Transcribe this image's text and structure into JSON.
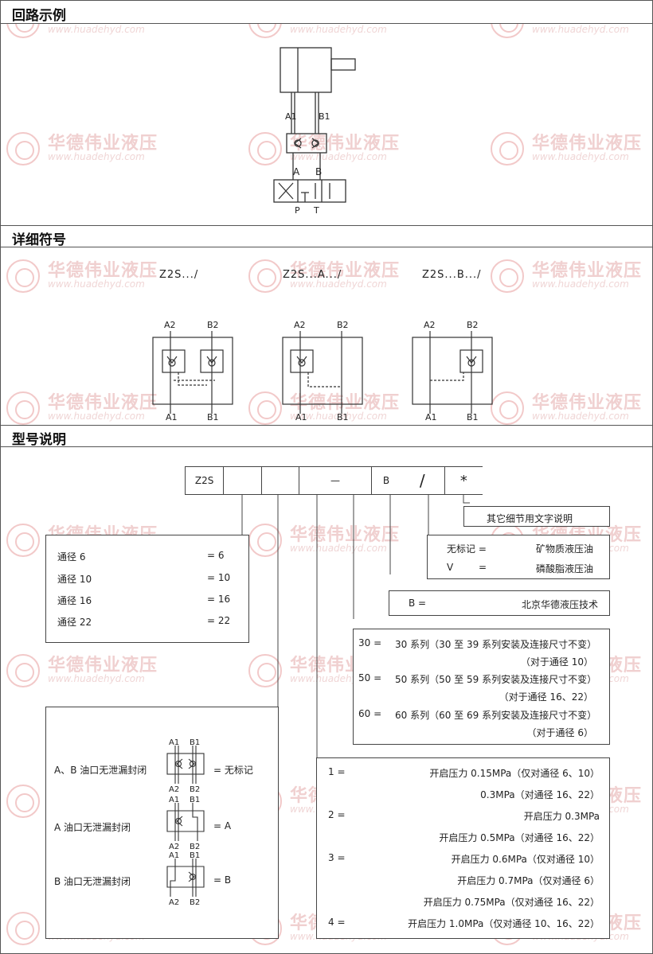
{
  "sections": {
    "circuit": "回路示例",
    "symbols": "详细符号",
    "model": "型号说明"
  },
  "watermark": {
    "cn": "华德伟业液压",
    "url": "www.huadehyd.com"
  },
  "circuit": {
    "a1": "A1",
    "b1": "B1",
    "a": "A",
    "b": "B",
    "p": "P",
    "t": "T"
  },
  "symbols": {
    "sym1": {
      "code": "Z2S.../",
      "top_left": "A2",
      "top_right": "B2",
      "bot_left": "A1",
      "bot_right": "B1"
    },
    "sym2": {
      "code": "Z2S...A.../",
      "top_left": "A2",
      "top_right": "B2",
      "bot_left": "A1",
      "bot_right": "B1"
    },
    "sym3": {
      "code": "Z2S...B.../",
      "top_left": "A2",
      "top_right": "B2",
      "bot_left": "A1",
      "bot_right": "B1"
    }
  },
  "model": {
    "code_cells": [
      "Z2S",
      "",
      "",
      "—",
      "B",
      "/",
      "*"
    ],
    "other_details": "其它细节用文字说明",
    "seal_label": "无标记 =",
    "seal_value": "矿物质液压油",
    "v_label": "V",
    "v_eq": "=",
    "v_value": "磷酸脂液压油",
    "b_label": "B =",
    "b_value": "北京华德液压技术",
    "size_rows": [
      {
        "label": "通径 6",
        "value": "= 6"
      },
      {
        "label": "通径 10",
        "value": "= 10"
      },
      {
        "label": "通径 16",
        "value": "= 16"
      },
      {
        "label": "通径 22",
        "value": "= 22"
      }
    ],
    "series_rows": [
      {
        "key": "30 =",
        "desc": "30 系列（30 至 39 系列安装及连接尺寸不变）",
        "note": "（对于通径 10）"
      },
      {
        "key": "50 =",
        "desc": "50 系列（50 至 59 系列安装及连接尺寸不变）",
        "note": "（对于通径 16、22）"
      },
      {
        "key": "60 =",
        "desc": "60 系列（60 至 69 系列安装及连接尺寸不变）",
        "note": "（对于通径 6）"
      }
    ],
    "seal_types": [
      {
        "desc": "A、B 油口无泄漏封闭",
        "eq": "= 无标记",
        "a1": "A1",
        "b1": "B1",
        "a2": "A2",
        "b2": "B2"
      },
      {
        "desc": "A 油口无泄漏封闭",
        "eq": "= A",
        "a1": "A1",
        "b1": "B1",
        "a2": "A2",
        "b2": "B2"
      },
      {
        "desc": "B 油口无泄漏封闭",
        "eq": "= B",
        "a1": "A1",
        "b1": "B1",
        "a2": "A2",
        "b2": "B2"
      }
    ],
    "pressure_rows": [
      {
        "key": "1 =",
        "text": "开启压力 0.15MPa（仅对通径 6、10）"
      },
      {
        "key": "",
        "text": "0.3MPa（对通径 16、22）"
      },
      {
        "key": "2 =",
        "text": "开启压力 0.3MPa"
      },
      {
        "key": "",
        "text": "开启压力 0.5MPa（对通径 16、22）"
      },
      {
        "key": "3 =",
        "text": "开启压力 0.6MPa（仅对通径 10）"
      },
      {
        "key": "",
        "text": "开启压力 0.7MPa（仅对通径 6）"
      },
      {
        "key": "",
        "text": "开启压力 0.75MPa（仅对通径 16、22）"
      },
      {
        "key": "4 =",
        "text": "开启压力 1.0MPa（仅对通径 10、16、22）"
      }
    ]
  }
}
